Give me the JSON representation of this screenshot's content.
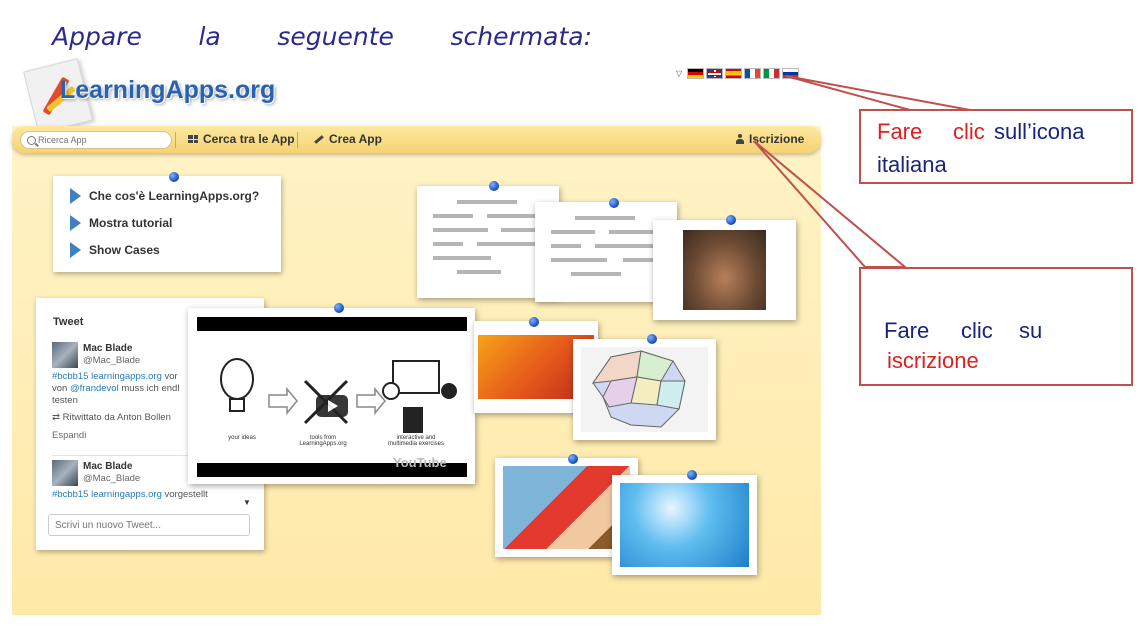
{
  "slide": {
    "title_words": [
      "Appare",
      "la",
      "seguente",
      "schermata:"
    ]
  },
  "logo": {
    "text": "LearningApps.org"
  },
  "flags": [
    "de",
    "en",
    "es",
    "fr",
    "it",
    "ru"
  ],
  "navbar": {
    "search_placeholder": "Ricerca App",
    "browse_label": "Cerca tra le App",
    "create_label": "Crea App",
    "signup_label": "Iscrizione"
  },
  "menu": {
    "items": [
      {
        "label": "Che cos'è LearningApps.org?"
      },
      {
        "label": "Mostra tutorial"
      },
      {
        "label": "Show Cases"
      }
    ]
  },
  "tweets": {
    "heading": "Tweet",
    "items": [
      {
        "name": "Mac Blade",
        "handle": "@Mac_Blade",
        "text_link": "#bcbb15 learningapps.org",
        "text_1": " vor",
        "text_2": "von ",
        "mention": "@frandevol",
        "text_3": " muss ich endl",
        "text_4": "testen",
        "retweet": "Ritwittato da Anton Bollen",
        "expand": "Espandi"
      },
      {
        "name": "Mac Blade",
        "handle": "@Mac_Blade",
        "text_link": "#bcbb15 learningapps.org",
        "text_1": " vorgestellt"
      }
    ],
    "compose_placeholder": "Scrivi un nuovo Tweet..."
  },
  "video": {
    "captions": [
      "your ideas",
      "tools from LearningApps.org",
      "interactive and multimedia exercises"
    ],
    "brand": "YouTube"
  },
  "callouts": {
    "c1": {
      "word1": "Fare",
      "word2": "clic",
      "word3": "sull’icona",
      "word4": "italiana"
    },
    "c2": {
      "word1": "Fare",
      "word2": "clic",
      "word3": "su",
      "word4": "iscrizione"
    }
  },
  "colors": {
    "accent_blue": "#2a62b3",
    "callout_red": "#c0504d",
    "title_blue": "#2a2a8c"
  }
}
